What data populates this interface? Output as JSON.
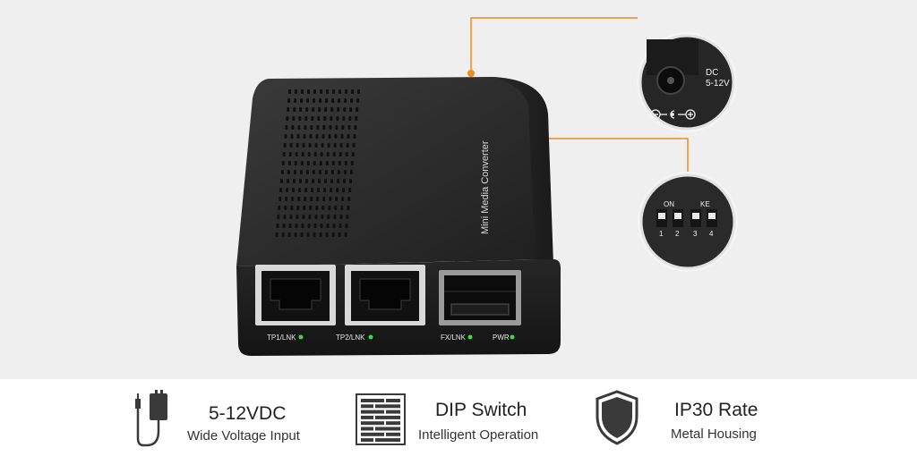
{
  "device": {
    "side_label": "Mini Media Converter",
    "port_labels": [
      "TP1/LNK",
      "TP2/LNK",
      "FX/LNK",
      "PWR"
    ]
  },
  "callouts": {
    "power": {
      "line1": "DC",
      "line2": "5-12V"
    },
    "dip": {
      "on_label": "ON",
      "ke_label": "KE",
      "numbers": [
        "1",
        "2",
        "3",
        "4"
      ]
    }
  },
  "colors": {
    "accent": "#f08a1c",
    "led": "#3ddc3d",
    "body": "#2a2a2a"
  },
  "features": [
    {
      "icon": "power-adapter-icon",
      "title": "5-12VDC",
      "subtitle": "Wide Voltage Input"
    },
    {
      "icon": "dip-switch-icon",
      "title": "DIP Switch",
      "subtitle": "Intelligent Operation"
    },
    {
      "icon": "shield-icon",
      "title": "IP30 Rate",
      "subtitle": "Metal Housing"
    }
  ]
}
